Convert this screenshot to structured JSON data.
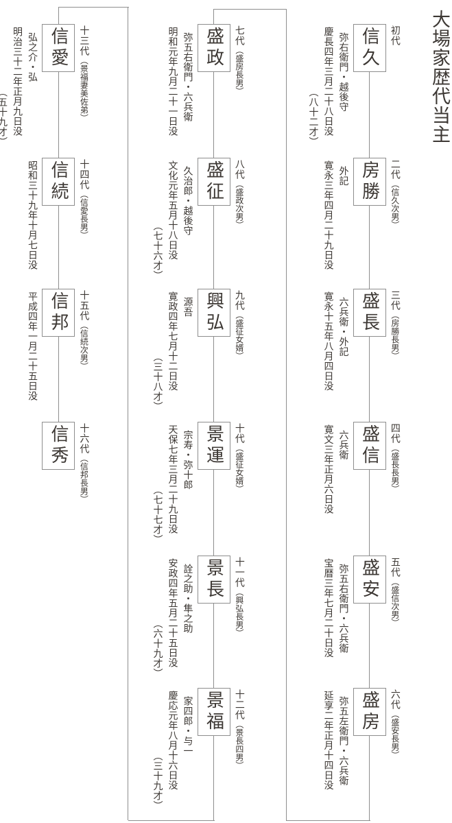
{
  "title": "大場家歴代当主",
  "colors": {
    "background": "#ffffff",
    "text": "#3d3834",
    "line": "#8d8d8d"
  },
  "generations": [
    {
      "order": "初代",
      "parent": "",
      "name": "信久",
      "aliases": "弥右衛門・越後守",
      "death": "慶長四年三月二十八日没",
      "age": "（八十二才）"
    },
    {
      "order": "二代",
      "parent": "（信久次男）",
      "name": "房勝",
      "aliases": "外記",
      "death": "寛永三年四月二十九日没",
      "age": ""
    },
    {
      "order": "三代",
      "parent": "（房勝長男）",
      "name": "盛長",
      "aliases": "六兵衛・外記",
      "death": "寛永十五年八月四日没",
      "age": ""
    },
    {
      "order": "四代",
      "parent": "（盛長長男）",
      "name": "盛信",
      "aliases": "六兵衛",
      "death": "寛文三年正月六日没",
      "age": ""
    },
    {
      "order": "五代",
      "parent": "（盛信次男）",
      "name": "盛安",
      "aliases": "弥五右衛門・六兵衛",
      "death": "宝暦三年七月二十日没",
      "age": ""
    },
    {
      "order": "六代",
      "parent": "（盛安長男）",
      "name": "盛房",
      "aliases": "弥五左衛門・六兵衛",
      "death": "延享二年正月十四日没",
      "age": ""
    },
    {
      "order": "七代",
      "parent": "（盛房長男）",
      "name": "盛政",
      "aliases": "弥五右衛門・六兵衛",
      "death": "明和元年九月二十一日没",
      "age": ""
    },
    {
      "order": "八代",
      "parent": "（盛政次男）",
      "name": "盛征",
      "aliases": "久治郎・越後守",
      "death": "文化元年五月十八日没",
      "age": "（七十六才）"
    },
    {
      "order": "九代",
      "parent": "（盛征女婿）",
      "name": "興弘",
      "aliases": "源吾",
      "death": "寛政四年七月十二日没",
      "age": "（三十八才）"
    },
    {
      "order": "十代",
      "parent": "（盛征女婿）",
      "name": "景運",
      "aliases": "宗寿・弥十郎",
      "death": "天保七年三月二十九日没",
      "age": "（七十七才）"
    },
    {
      "order": "十一代",
      "parent": "（興弘長男）",
      "name": "景長",
      "aliases": "詮之助・隼之助",
      "death": "安政四年五月二十五日没",
      "age": "（六十九才）"
    },
    {
      "order": "十二代",
      "parent": "（景長四男）",
      "name": "景福",
      "aliases": "家四郎・与一",
      "death": "慶応元年八月十六日没",
      "age": "（三十九才）"
    },
    {
      "order": "十三代",
      "parent": "（景福妻美佐弟）",
      "name": "信愛",
      "aliases": "弘之介・弘",
      "death": "明治三十二年正月九日没",
      "age": "（五十九才）"
    },
    {
      "order": "十四代",
      "parent": "（信愛長男）",
      "name": "信続",
      "aliases": "",
      "death": "昭和三十九年十月七日没",
      "age": ""
    },
    {
      "order": "十五代",
      "parent": "（信続次男）",
      "name": "信邦",
      "aliases": "",
      "death": "平成四年一月二十五日没",
      "age": ""
    },
    {
      "order": "十六代",
      "parent": "（信邦長男）",
      "name": "信秀",
      "aliases": "",
      "death": "",
      "age": ""
    }
  ]
}
